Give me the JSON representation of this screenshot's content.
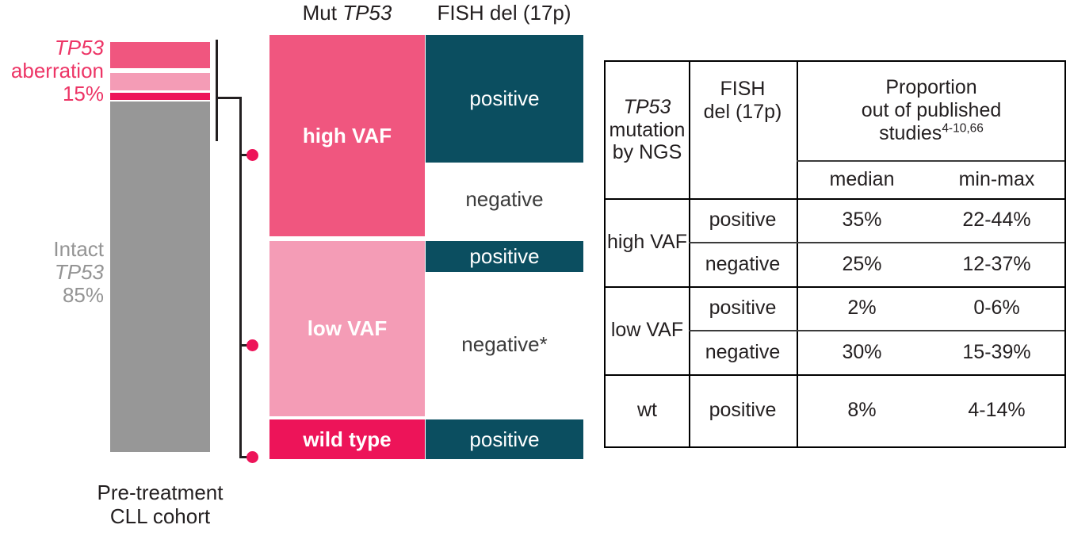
{
  "figure": {
    "left_panel": {
      "aberration_label": {
        "line1": "TP53",
        "line2": "aberration",
        "line3": "15%"
      },
      "intact_label": {
        "line1": "Intact",
        "line2": "TP53",
        "line3": "85%"
      },
      "caption_line1": "Pre-treatment",
      "caption_line2": "CLL cohort"
    },
    "column_headers": {
      "mut": {
        "prefix": "Mut",
        "gene": "TP53"
      },
      "fish": "FISH del (17p)"
    },
    "mosaic": {
      "mut_blocks": [
        {
          "label": "high VAF",
          "color": "#F0567F",
          "text_color": "#ffffff",
          "bold": true
        },
        {
          "label": "low VAF",
          "color": "#F49CB6",
          "text_color": "#ffffff",
          "bold": true
        },
        {
          "label": "wild type",
          "color": "#ED1459",
          "text_color": "#ffffff",
          "bold": true
        }
      ],
      "fish_blocks": [
        {
          "label": "positive",
          "color": "#0B4E60",
          "text_color": "#ffffff"
        },
        {
          "label": "negative",
          "color": "#ffffff",
          "text_color": "#3b3b3b"
        },
        {
          "label": "positive",
          "color": "#0B4E60",
          "text_color": "#ffffff"
        },
        {
          "label": "negative*",
          "color": "#ffffff",
          "text_color": "#3b3b3b"
        },
        {
          "label": "positive",
          "color": "#0B4E60",
          "text_color": "#ffffff"
        }
      ]
    },
    "table": {
      "headers": {
        "col1": {
          "line1": "TP53",
          "line2": "mutation",
          "line3": "by NGS"
        },
        "col2": {
          "line1": "FISH",
          "line2": "del (17p)"
        },
        "col3": {
          "line1": "Proportion",
          "line2": "out of published",
          "line3": "studies",
          "sup": "4-10,66"
        },
        "sub_median": "median",
        "sub_minmax": "min-max"
      },
      "rows": [
        {
          "group": "high VAF",
          "fish": "positive",
          "median": "35%",
          "minmax": "22-44%"
        },
        {
          "group": "high VAF",
          "fish": "negative",
          "median": "25%",
          "minmax": "12-37%"
        },
        {
          "group": "low VAF",
          "fish": "positive",
          "median": "2%",
          "minmax": "0-6%"
        },
        {
          "group": "low VAF",
          "fish": "negative",
          "median": "30%",
          "minmax": "15-39%"
        },
        {
          "group": "wt",
          "fish": "positive",
          "median": "8%",
          "minmax": "4-14%"
        }
      ]
    },
    "colors": {
      "high_vaf": "#F0567F",
      "low_vaf": "#F49CB6",
      "wild_type": "#ED1459",
      "intact_gray": "#979797",
      "teal": "#0B4E60",
      "accent_pink": "#ED3566",
      "gray_text": "#949494"
    }
  }
}
